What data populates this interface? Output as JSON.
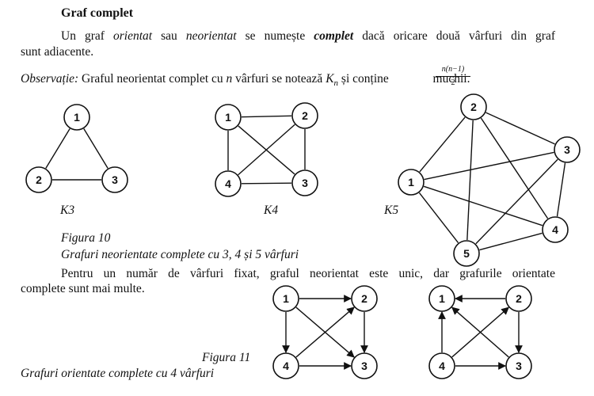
{
  "title": "Graf complet",
  "definition": {
    "p1": "Un graf ",
    "orientat": "orientat",
    "p2": " sau ",
    "neorientat": "neorientat",
    "p3": " se numește ",
    "complet": "complet",
    "p4": " dacă oricare două vârfuri din graf",
    "line2": "sunt adiacente."
  },
  "observation": {
    "label": "Observație:",
    "p1": " Graful neorientat complet cu ",
    "n": "n",
    "p2": " vârfuri se notează ",
    "k": "K",
    "ksub": "n",
    "p3": " și conține ",
    "frac_num": "n(n−1)",
    "frac_den": "2",
    "p4": " muchii."
  },
  "figure10": {
    "labels": [
      "K3",
      "K4",
      "K5"
    ],
    "caption_number": "Figura 10",
    "caption_text": "Grafuri neorientate complete cu 3, 4 și 5 vârfuri"
  },
  "paragraph2": {
    "line1": "Pentru un număr de vârfuri fixat, graful neorientat este unic, dar grafurile orientate",
    "line2": "complete sunt mai multe."
  },
  "figure11": {
    "caption_number": "Figura 11",
    "caption_text": "Grafuri orientate complete cu  4 vârfuri"
  },
  "graphs": {
    "k3": {
      "nodes": [
        "1",
        "2",
        "3"
      ],
      "edges": [
        [
          1,
          2
        ],
        [
          1,
          3
        ],
        [
          2,
          3
        ]
      ]
    },
    "k4": {
      "nodes": [
        "1",
        "2",
        "3",
        "4"
      ],
      "edges": [
        [
          1,
          2
        ],
        [
          1,
          4
        ],
        [
          1,
          3
        ],
        [
          2,
          3
        ],
        [
          2,
          4
        ],
        [
          3,
          4
        ]
      ]
    },
    "k5": {
      "nodes": [
        "1",
        "2",
        "3",
        "4",
        "5"
      ],
      "edges": [
        [
          1,
          2
        ],
        [
          1,
          3
        ],
        [
          1,
          4
        ],
        [
          1,
          5
        ],
        [
          2,
          3
        ],
        [
          2,
          4
        ],
        [
          2,
          5
        ],
        [
          3,
          4
        ],
        [
          3,
          5
        ],
        [
          4,
          5
        ]
      ]
    },
    "directed_a": {
      "nodes": [
        "1",
        "2",
        "3",
        "4"
      ],
      "arcs": [
        [
          1,
          2
        ],
        [
          1,
          4
        ],
        [
          1,
          3
        ],
        [
          4,
          2
        ],
        [
          2,
          3
        ],
        [
          4,
          3
        ]
      ]
    },
    "directed_b": {
      "nodes": [
        "1",
        "2",
        "3",
        "4"
      ],
      "arcs": [
        [
          2,
          1
        ],
        [
          4,
          1
        ],
        [
          3,
          1
        ],
        [
          4,
          2
        ],
        [
          2,
          3
        ],
        [
          4,
          3
        ]
      ]
    }
  }
}
